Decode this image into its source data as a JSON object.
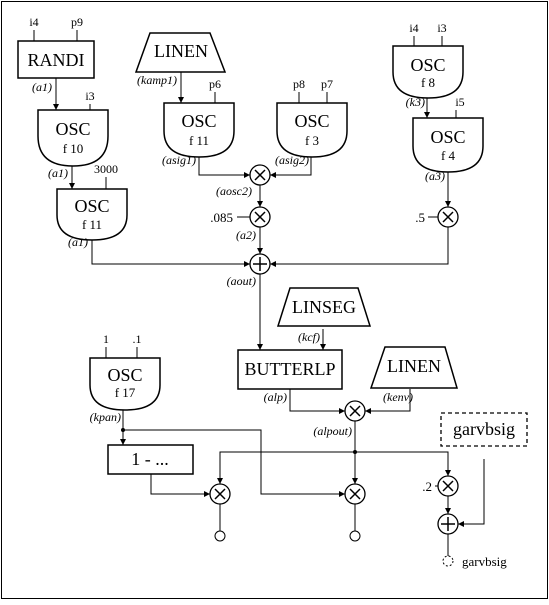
{
  "units": {
    "randi": {
      "name": "RANDI",
      "args": [
        "i4",
        "p9"
      ],
      "out": "(a1)"
    },
    "linen1": {
      "name": "LINEN",
      "out": "(kamp1)"
    },
    "osc_a": {
      "name": "OSC",
      "func": "f 10",
      "args": [
        "i3"
      ],
      "out": "(a1)"
    },
    "osc_b": {
      "name": "OSC",
      "func": "f 11",
      "args": [
        "3000"
      ],
      "out": "(a1)"
    },
    "osc_c": {
      "name": "OSC",
      "func": "f 11",
      "args": [
        "p6"
      ],
      "out": "(asig1)"
    },
    "osc_d": {
      "name": "OSC",
      "func": "f 3",
      "args": [
        "p8",
        "p7"
      ],
      "out": "(asig2)"
    },
    "osc_e": {
      "name": "OSC",
      "func": "f 8",
      "args": [
        "i4",
        "i3"
      ],
      "out": "(k3)"
    },
    "osc_f": {
      "name": "OSC",
      "func": "f 4",
      "args": [
        "i5"
      ],
      "out": "(a3)"
    },
    "linseg": {
      "name": "LINSEG",
      "out": "(kcf)"
    },
    "butterlp": {
      "name": "BUTTERLP",
      "out": "(alp)"
    },
    "linen2": {
      "name": "LINEN",
      "out": "(kenv)"
    },
    "osc_g": {
      "name": "OSC",
      "func": "f 17",
      "args": [
        "1",
        ".1"
      ],
      "out": "(kpan)"
    },
    "oneminus": {
      "name": "1 - ..."
    },
    "garvbsig": {
      "name": "garvbsig"
    }
  },
  "operators": {
    "mult_sig": {
      "symbol": "×",
      "out": "(aosc2)"
    },
    "mult_085": {
      "symbol": "×",
      "const": ".085",
      "out": "(a2)"
    },
    "mult_5": {
      "symbol": "×",
      "const": ".5"
    },
    "sum_main": {
      "symbol": "+",
      "out": "(aout)"
    },
    "mult_env": {
      "symbol": "×",
      "out": "(alpout)"
    },
    "mult_left": {
      "symbol": "×"
    },
    "mult_right": {
      "symbol": "×"
    },
    "mult_2": {
      "symbol": "×",
      "const": ".2"
    },
    "sum_rev": {
      "symbol": "+"
    }
  },
  "output_label": "garvbsig"
}
